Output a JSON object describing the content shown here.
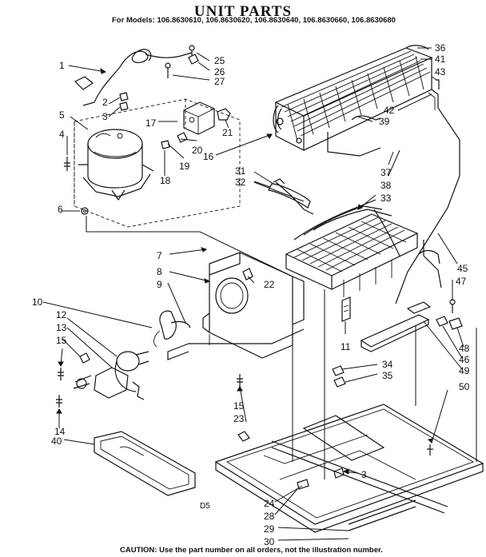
{
  "header": {
    "title": "UNIT PARTS",
    "models_line": "For Models: 106.8630610, 106.8630620, 106.8630640, 106.8630660, 106.8630680"
  },
  "footer": {
    "caution": "CAUTION: Use the part number on all orders, not the illustration number."
  },
  "diagram_code": "D5",
  "callouts": {
    "c1": "1",
    "c2": "2",
    "c3": "3",
    "c3b": "3",
    "c4": "4",
    "c5": "5",
    "c6": "6",
    "c7": "7",
    "c8": "8",
    "c9": "9",
    "c10": "10",
    "c11": "11",
    "c12": "12",
    "c13": "13",
    "c14": "14",
    "c15": "15",
    "c15b": "15",
    "c16": "16",
    "c17": "17",
    "c18": "18",
    "c19": "19",
    "c20": "20",
    "c21": "21",
    "c22": "22",
    "c23": "23",
    "c24": "24",
    "c25": "25",
    "c26": "26",
    "c27": "27",
    "c28": "28",
    "c29": "29",
    "c30": "30",
    "c31": "31",
    "c32": "32",
    "c33": "33",
    "c34": "34",
    "c35": "35",
    "c36": "36",
    "c37": "37",
    "c38": "38",
    "c39": "39",
    "c40": "40",
    "c41": "41",
    "c42": "42",
    "c43": "43",
    "c45": "45",
    "c46": "46",
    "c47": "47",
    "c48": "48",
    "c49": "49",
    "c50": "50"
  }
}
